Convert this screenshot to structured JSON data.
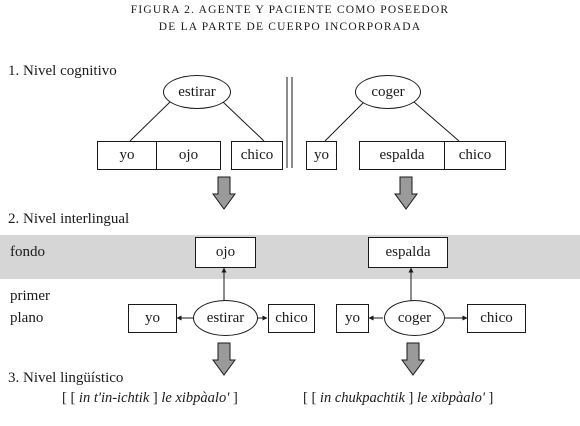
{
  "caption": {
    "line1": "FIGURA 2. AGENTE Y PACIENTE COMO POSEEDOR",
    "line2": "DE LA PARTE DE CUERPO INCORPORADA"
  },
  "levels": {
    "cognitive": "1. Nivel cognitivo",
    "interlingual": "2. Nivel interlingual",
    "linguistic": "3. Nivel lingüístico"
  },
  "layers": {
    "background": "fondo",
    "foreground_line1": "primer",
    "foreground_line2": "plano"
  },
  "left": {
    "verb": "estirar",
    "agent": "yo",
    "bodypart": "ojo",
    "patient": "chico",
    "int_verb": "estirar",
    "int_agent": "yo",
    "int_bodypart": "ojo",
    "int_patient": "chico",
    "formula": {
      "open": "[ [ ",
      "verb": "in t'in-ichtik",
      "mid": " ] ",
      "object": "le xibpàalo'",
      "close": " ]"
    }
  },
  "right": {
    "verb": "coger",
    "agent": "yo",
    "bodypart": "espalda",
    "patient": "chico",
    "int_verb": "coger",
    "int_agent": "yo",
    "int_bodypart": "espalda",
    "int_patient": "chico",
    "formula": {
      "open": "[ [ ",
      "verb": "in chukpachtik",
      "mid": " ] ",
      "object": "le xibpàalo'",
      "close": " ]"
    }
  }
}
